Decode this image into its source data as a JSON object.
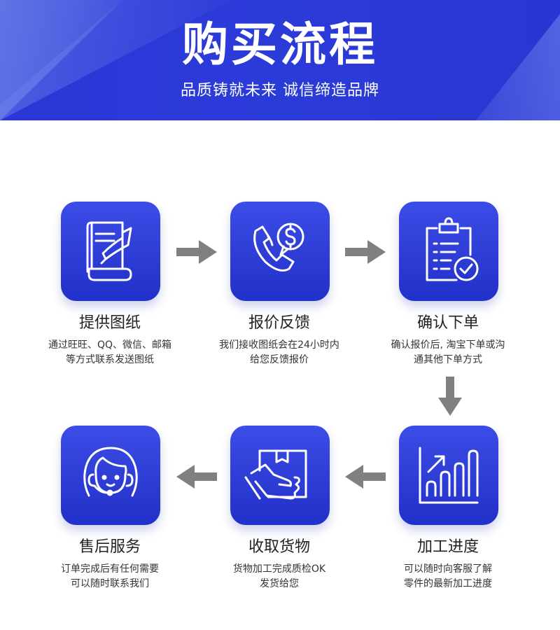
{
  "banner": {
    "title": "购买流程",
    "subtitle": "品质铸就未来  诚信缔造品牌"
  },
  "colors": {
    "banner_blue": "#2a37d6",
    "card_blue_top": "#3c4ce6",
    "card_blue_bottom": "#2030c8",
    "arrow_gray": "#808080"
  },
  "steps": [
    {
      "title": "提供图纸",
      "desc_line1": "通过旺旺、QQ、微信、邮箱",
      "desc_line2": "等方式联系发送图纸",
      "icon": "blueprint-scroll-icon"
    },
    {
      "title": "报价反馈",
      "desc_line1": "我们接收图纸会在24小时内",
      "desc_line2": "给您反馈报价",
      "icon": "phone-dollar-icon"
    },
    {
      "title": "确认下单",
      "desc_line1": "确认报价后, 淘宝下单或沟",
      "desc_line2": "通其他下单方式",
      "icon": "clipboard-check-icon"
    },
    {
      "title": "加工进度",
      "desc_line1": "可以随时向客服了解",
      "desc_line2": "零件的最新加工进度",
      "icon": "bar-chart-growth-icon"
    },
    {
      "title": "收取货物",
      "desc_line1": "货物加工完成质检OK",
      "desc_line2": "发货给您",
      "icon": "hand-package-icon"
    },
    {
      "title": "售后服务",
      "desc_line1": "订单完成后有任何需要",
      "desc_line2": "可以随时联系我们",
      "icon": "customer-service-headset-icon"
    }
  ]
}
